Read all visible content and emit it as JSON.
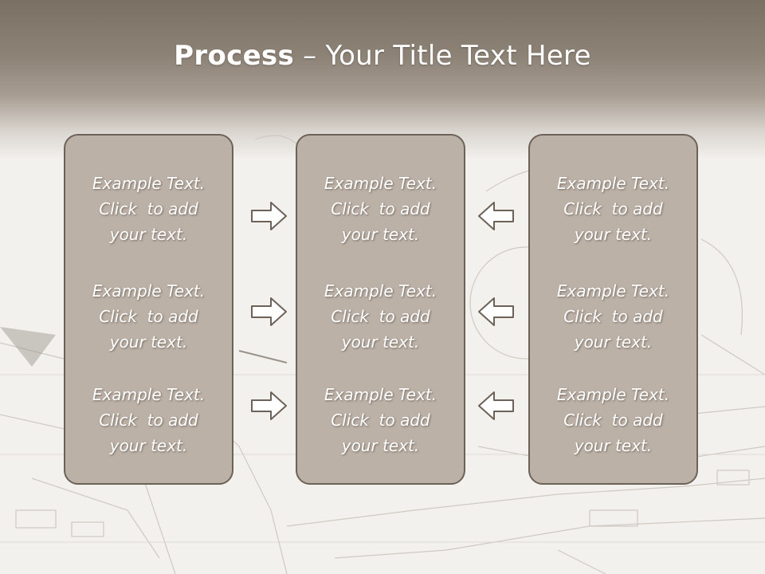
{
  "slide": {
    "title_bold": "Process",
    "title_rest": " – Your Title Text Here",
    "columns": [
      {
        "blocks": [
          {
            "line1": "Example Text.",
            "line2": "Click  to add",
            "line3": "your text."
          },
          {
            "line1": "Example Text.",
            "line2": "Click  to add",
            "line3": "your text."
          },
          {
            "line1": "Example Text.",
            "line2": "Click  to add",
            "line3": "your text."
          }
        ]
      },
      {
        "blocks": [
          {
            "line1": "Example Text.",
            "line2": "Click  to add",
            "line3": "your text."
          },
          {
            "line1": "Example Text.",
            "line2": "Click  to add",
            "line3": "your text."
          },
          {
            "line1": "Example Text.",
            "line2": "Click  to add",
            "line3": "your text."
          }
        ]
      },
      {
        "blocks": [
          {
            "line1": "Example Text.",
            "line2": "Click  to add",
            "line3": "your text."
          },
          {
            "line1": "Example Text.",
            "line2": "Click  to add",
            "line3": "your text."
          },
          {
            "line1": "Example Text.",
            "line2": "Click  to add",
            "line3": "your text."
          }
        ]
      }
    ],
    "arrows": {
      "left_group": "arrow-right-icon",
      "right_group": "arrow-left-icon"
    },
    "colors": {
      "panel_fill": "#bcb1a7",
      "panel_border": "#6d6258",
      "header_band": "#7b7064",
      "text": "#ffffff"
    }
  }
}
